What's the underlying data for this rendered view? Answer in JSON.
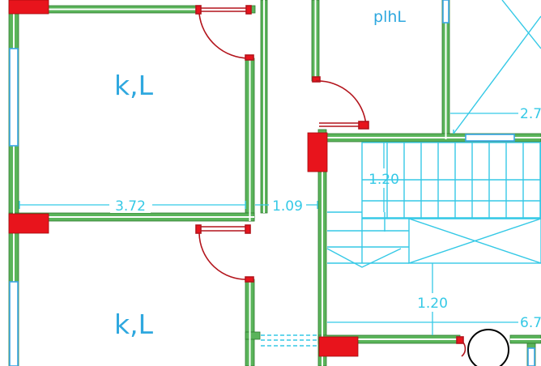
{
  "colors": {
    "wall_fill": "#5ab45a",
    "wall_inner": "#ffffff",
    "column": "#e8141c",
    "door": "#b3141c",
    "window": "#3aa7e8",
    "dimension": "#35c9e6",
    "room_label": "#2fa8df"
  },
  "rooms": {
    "room_upper": "k,L",
    "room_lower": "k,L",
    "room_top": "plhL"
  },
  "dimensions": {
    "width_left": "3.72",
    "width_corridor": "1.09",
    "stair_landing": "1.20",
    "stair_gap": "1.20",
    "right_upper": "2.7",
    "right_lower": "6.7"
  }
}
